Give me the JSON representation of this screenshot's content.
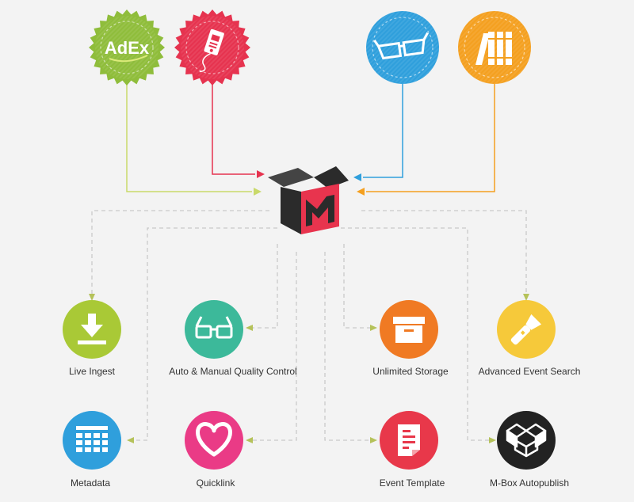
{
  "sources": [
    {
      "id": "adex",
      "logo_text": "AdEx",
      "color": "#8fbd3b",
      "line_color": "#c9d96a",
      "icon": "adex-seal-icon"
    },
    {
      "id": "tag",
      "color": "#e6334f",
      "line_color": "#e6334f",
      "icon": "tag-seal-icon"
    },
    {
      "id": "glasses",
      "color": "#2f9fdc",
      "line_color": "#2f9fdc",
      "icon": "glasses-seal-icon"
    },
    {
      "id": "books",
      "color": "#f4a020",
      "line_color": "#f4a020",
      "icon": "books-seal-icon"
    }
  ],
  "hub": {
    "icon": "m-box-logo",
    "colors": {
      "face": "#e8344e",
      "dark": "#2b2b2b",
      "mid": "#444444"
    }
  },
  "features": [
    {
      "key": "live-ingest",
      "label": "Live Ingest",
      "color": "#a9c936",
      "icon": "download-icon"
    },
    {
      "key": "quality-control",
      "label": "Auto & Manual Quality Control",
      "color": "#3cb99a",
      "icon": "3d-glasses-icon"
    },
    {
      "key": "unlimited-storage",
      "label": "Unlimited Storage",
      "color": "#f07a23",
      "icon": "archive-box-icon"
    },
    {
      "key": "advanced-event-search",
      "label": "Advanced Event Search",
      "color": "#f6c93a",
      "icon": "flashlight-icon"
    },
    {
      "key": "metadata",
      "label": "Metadata",
      "color": "#2f9fdc",
      "icon": "grid-list-icon"
    },
    {
      "key": "quicklink",
      "label": "Quicklink",
      "color": "#ea3b86",
      "icon": "heart-icon"
    },
    {
      "key": "event-template",
      "label": "Event Template",
      "color": "#e8384a",
      "icon": "document-icon"
    },
    {
      "key": "m-box-autopublish",
      "label": "M-Box Autopublish",
      "color": "#222222",
      "icon": "dropbox-icon"
    }
  ],
  "connector_color": "#c9c9c9"
}
